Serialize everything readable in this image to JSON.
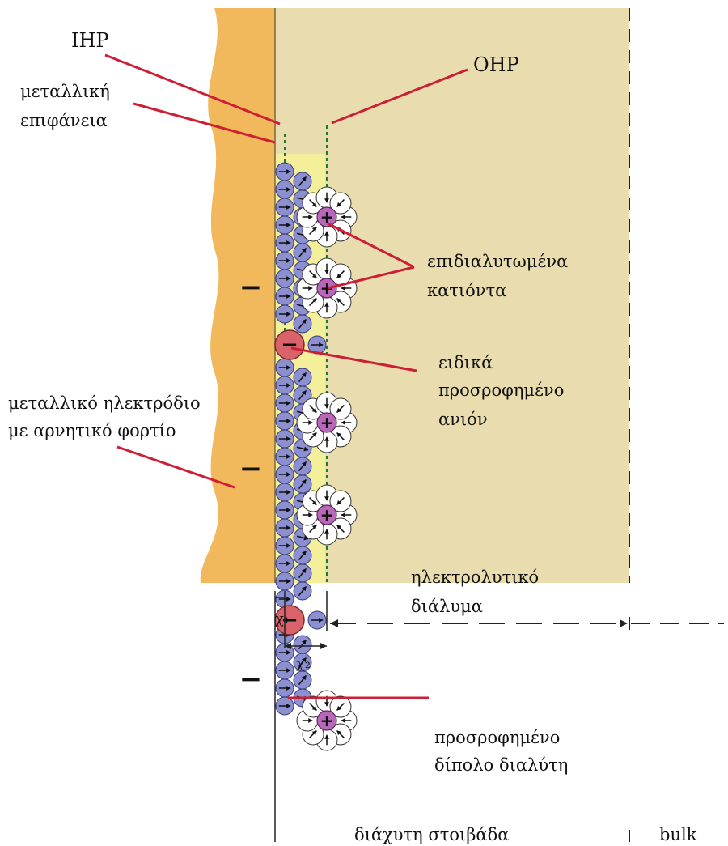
{
  "labels": {
    "ihp": "IHP",
    "ohp": "OHP",
    "metal_surface_line1": "μεταλλική",
    "metal_surface_line2": "επιφάνεια",
    "electrode_line1": "μεταλλικό ηλεκτρόδιο",
    "electrode_line2": "με αρνητικό φορτίο",
    "solvated_cations_line1": "επιδιαλυτωμένα",
    "solvated_cations_line2": "κατιόντα",
    "adsorbed_anion_line1": "ειδικά",
    "adsorbed_anion_line2": "προσροφημένο",
    "adsorbed_anion_line3": "ανιόν",
    "electrolyte_line1": "ηλεκτρολυτικό",
    "electrolyte_line2": "διάλυμα",
    "solvent_dipole_line1": "προσροφημένο",
    "solvent_dipole_line2": "δίπολο διαλύτη",
    "x1": "χ₁",
    "x2": "χ₂",
    "diffuse_layer": "διάχυτη στοιβάδα",
    "bulk": "bulk",
    "minus_sign": "−",
    "plus_sign": "+"
  },
  "colors": {
    "electrode": "#f2b85c",
    "electrolyte": "#e9dcae",
    "ihp_band": "#f4ef9a",
    "solvent_molecule": "#8c8fd0",
    "cation": "#b868b8",
    "anion": "#d9636b",
    "pointer_line": "#cc1f36",
    "plane_line": "#1f7a2e"
  }
}
